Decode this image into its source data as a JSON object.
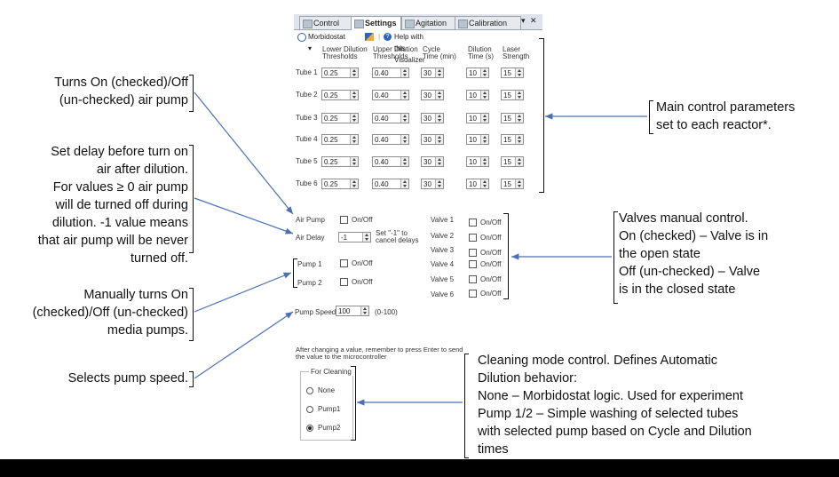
{
  "tabs": [
    {
      "label": "Control"
    },
    {
      "label": "Settings"
    },
    {
      "label": "Agitation"
    },
    {
      "label": "Calibration"
    }
  ],
  "tab_controls": {
    "dropdown": "▾",
    "close": "✕"
  },
  "toolbar": {
    "mode": "Morbidostat",
    "help": "Help with this Visualizer"
  },
  "table": {
    "headers": [
      {
        "l1": "Lower Dilution",
        "l2": "Thresholds"
      },
      {
        "l1": "Upper Dilution",
        "l2": "Thresholds"
      },
      {
        "l1": "Cycle",
        "l2": "Time (min)"
      },
      {
        "l1": "Dilution",
        "l2": "Time (s)"
      },
      {
        "l1": "Laser",
        "l2": "Strength"
      }
    ],
    "rows": [
      {
        "label": "Tube 1",
        "values": [
          "0.25",
          "0.40",
          "30",
          "10",
          "15"
        ]
      },
      {
        "label": "Tube 2",
        "values": [
          "0.25",
          "0.40",
          "30",
          "10",
          "15"
        ]
      },
      {
        "label": "Tube 3",
        "values": [
          "0.25",
          "0.40",
          "30",
          "10",
          "15"
        ]
      },
      {
        "label": "Tube 4",
        "values": [
          "0.25",
          "0.40",
          "30",
          "10",
          "15"
        ]
      },
      {
        "label": "Tube 5",
        "values": [
          "0.25",
          "0.40",
          "30",
          "10",
          "15"
        ]
      },
      {
        "label": "Tube 6",
        "values": [
          "0.25",
          "0.40",
          "30",
          "10",
          "15"
        ]
      }
    ]
  },
  "air": {
    "pump_label": "Air Pump",
    "pump_check": "On/Off",
    "delay_label": "Air Delay",
    "delay_value": "-1",
    "delay_hint1": "Set \"-1\" to",
    "delay_hint2": "cancel delays"
  },
  "pumps": {
    "pump1": "Pump 1",
    "pump2": "Pump 2",
    "check": "On/Off",
    "speed_label": "Pump Speed",
    "speed_value": "100",
    "speed_range": "(0-100)"
  },
  "valves": {
    "labels": [
      "Valve 1",
      "Valve 2",
      "Valve 3",
      "Valve 4",
      "Valve 5",
      "Valve 6"
    ],
    "check": "On/Off"
  },
  "cleaning": {
    "note1": "After changing a value, remember to press Enter to send",
    "note2": "the value to the microcontroller",
    "group": "For Cleaning",
    "options": [
      "None",
      "Pump1",
      "Pump2"
    ],
    "selected": "Pump2"
  },
  "annotations": {
    "air_pump": [
      "Turns On (checked)/Off",
      "(un-checked) air pump"
    ],
    "air_delay": [
      "Set delay before turn on",
      "air after dilution.",
      "For values ≥ 0 air pump",
      "will de turned off during",
      "dilution. -1 value means",
      "that air pump will be never",
      "turned off."
    ],
    "media_pumps": [
      "Manually turns On",
      "(checked)/Off (un-checked)",
      "media pumps."
    ],
    "pump_speed": [
      "Selects pump speed."
    ],
    "main_params": [
      "Main control parameters",
      "set to each reactor*."
    ],
    "valves": [
      "Valves manual control.",
      "On (checked) – Valve is in",
      "the open state",
      "Off (un-checked) – Valve",
      "is in the closed state"
    ],
    "cleaning": [
      "Cleaning mode control. Defines Automatic",
      "Dilution behavior:",
      "None – Morbidostat logic. Used for experiment",
      "Pump 1/2 – Simple washing of selected tubes",
      "with selected pump based on Cycle and Dilution",
      "times"
    ]
  },
  "colors": {
    "arrow": "#4a6fb5",
    "bar": "#000000"
  }
}
